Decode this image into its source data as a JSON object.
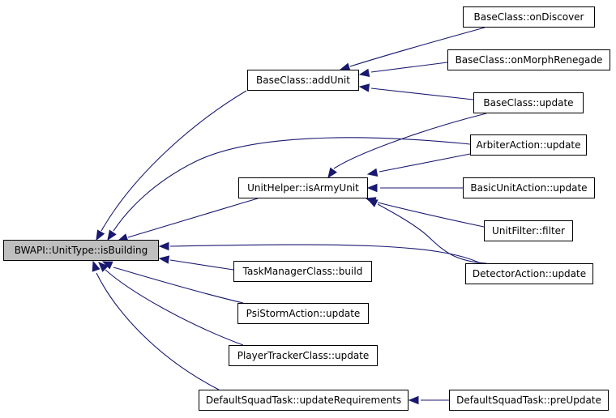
{
  "graph": {
    "root": "BWAPI::UnitType::isBuilding",
    "nodes": {
      "isBuilding": "BWAPI::UnitType::isBuilding",
      "addUnit": "BaseClass::addUnit",
      "isArmyUnit": "UnitHelper::isArmyUnit",
      "tmBuild": "TaskManagerClass::build",
      "psiStorm": "PsiStormAction::update",
      "playerTracker": "PlayerTrackerClass::update",
      "updateReq": "DefaultSquadTask::updateRequirements",
      "onDiscover": "BaseClass::onDiscover",
      "onMorph": "BaseClass::onMorphRenegade",
      "bcUpdate": "BaseClass::update",
      "arbiter": "ArbiterAction::update",
      "basicUnit": "BasicUnitAction::update",
      "unitFilter": "UnitFilter::filter",
      "detector": "DetectorAction::update",
      "preUpdate": "DefaultSquadTask::preUpdate"
    }
  },
  "colors": {
    "edge": "#191970",
    "root_fill": "#bfbfbf",
    "node_fill": "#ffffff",
    "node_border": "#000000"
  }
}
